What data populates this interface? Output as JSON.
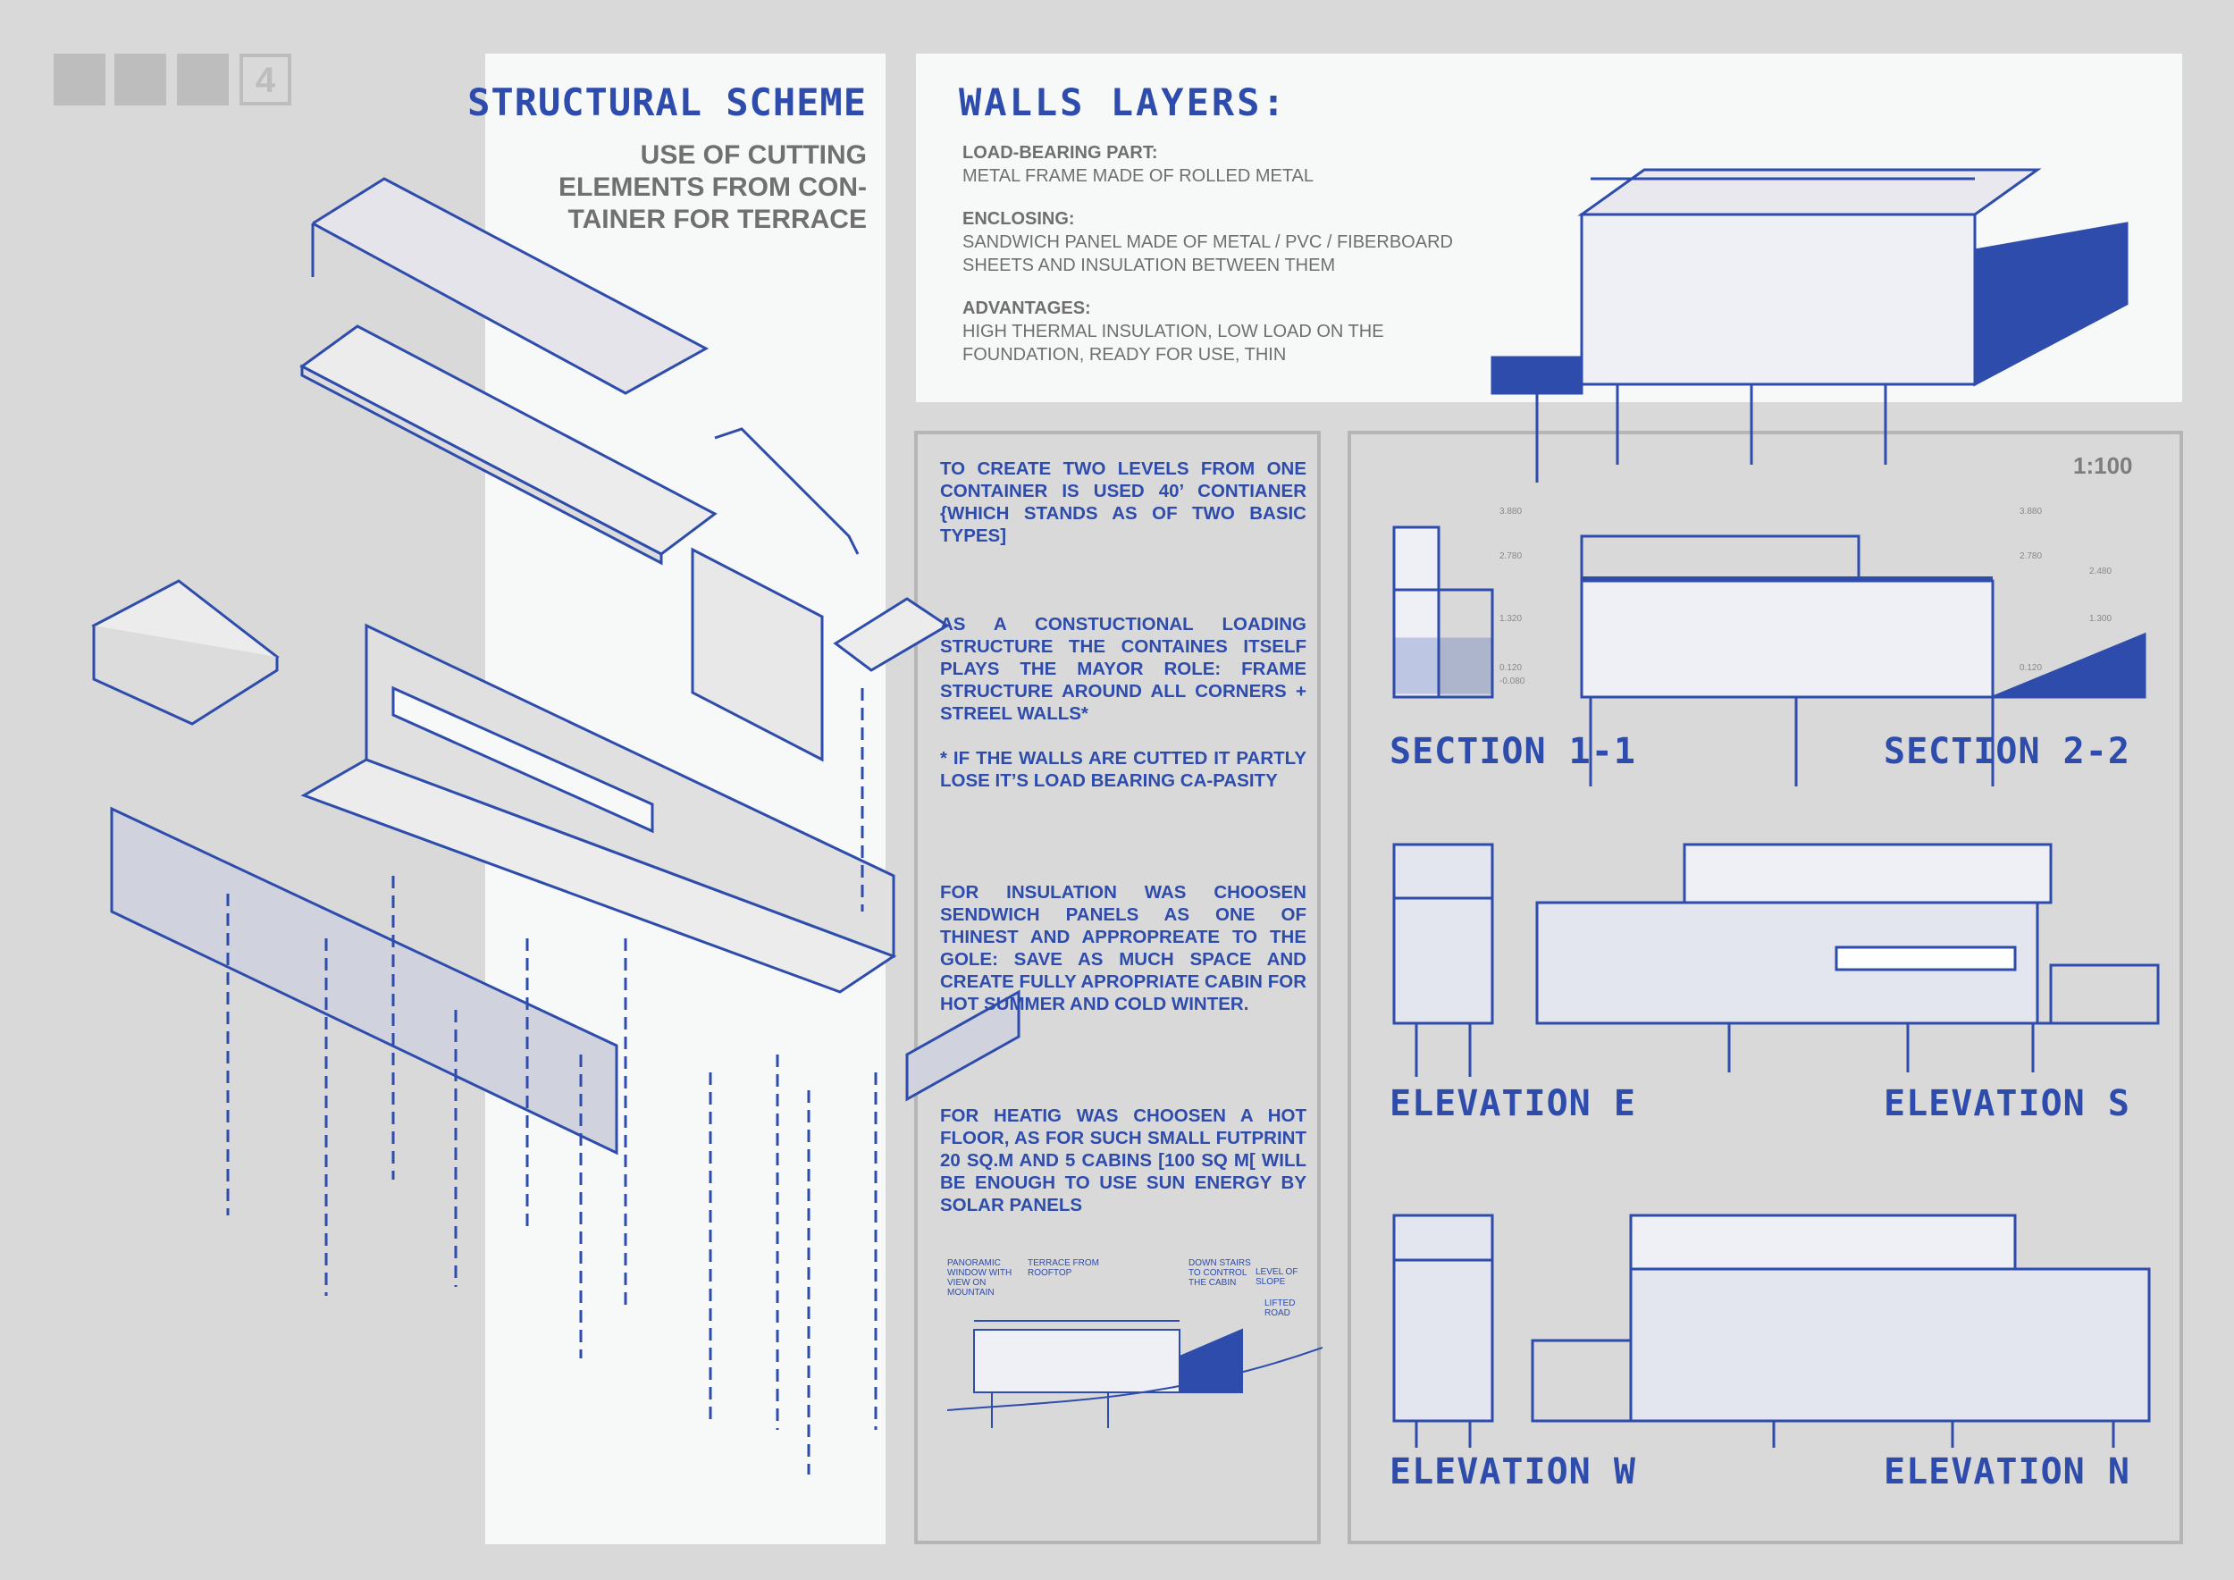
{
  "page": {
    "number": "4"
  },
  "structural": {
    "title": "STRUCTURAL SCHEME",
    "subtitle_lines": [
      "USE OF CUTTING",
      "ELEMENTS FROM CON-",
      "TAINER FOR TERRACE"
    ]
  },
  "walls": {
    "title": "WALLS LAYERS:",
    "layers": [
      {
        "heading": "LOAD-BEARING PART:",
        "lines": [
          "METAL FRAME MADE OF ROLLED METAL"
        ]
      },
      {
        "heading": "ENCLOSING:",
        "lines": [
          "SANDWICH PANEL MADE OF METAL / PVC / FIBERBOARD",
          "SHEETS AND INSULATION BETWEEN THEM"
        ]
      },
      {
        "heading": "ADVANTAGES:",
        "lines": [
          "HIGH THERMAL INSULATION, LOW LOAD ON THE",
          "FOUNDATION, READY FOR USE, THIN"
        ]
      }
    ]
  },
  "description": {
    "p1": "TO CREATE TWO LEVELS FROM ONE CONTAINER IS USED 40’ CONTIANER {WHICH STANDS AS OF TWO BASIC TYPES]",
    "p2": "AS A CONSTUCTIONAL LOADING STRUCTURE THE CONTAINES ITSELF PLAYS THE MAYOR ROLE: FRAME STRUCTURE AROUND ALL CORNERS + STREEL WALLS*",
    "p3": "* IF THE WALLS ARE CUTTED IT PARTLY LOSE IT’S LOAD BEARING CA-PASITY",
    "p4": "FOR INSULATION WAS CHOOSEN SENDWICH PANELS AS ONE OF THINEST AND APPROPREATE TO THE GOLE: SAVE AS MUCH SPACE AND CREATE FULLY APROPRIATE CABIN FOR HOT SUMMER AND COLD WINTER.",
    "p5": "FOR HEATIG WAS CHOOSEN A HOT FLOOR, AS FOR SUCH SMALL FUTPRINT 20 SQ.M AND 5 CABINS [100 SQ M[ WILL BE ENOUGH TO USE SUN ENERGY BY SOLAR PANELS"
  },
  "drawings": {
    "scale": "1:100",
    "labels": {
      "section_1": "SECTION 1-1",
      "section_2": "SECTION 2-2",
      "elevation_e": "ELEVATION E",
      "elevation_s": "ELEVATION S",
      "elevation_w": "ELEVATION W",
      "elevation_n": "ELEVATION N"
    },
    "levels_section_1": [
      "3.880",
      "2.780",
      "1.320",
      "0.120",
      "-0.080"
    ],
    "levels_section_2": [
      "3.880",
      "2.780",
      "2.480",
      "1.300",
      "0.120"
    ]
  },
  "sketch_notes": [
    "PANORAMIC WINDOW WITH VIEW ON MOUNTAIN",
    "TERRACE FROM ROOFTOP",
    "DOWN STAIRS TO CONTROL THE CABIN",
    "LEVEL OF SLOPE",
    "LIFTED ROAD"
  ],
  "colors": {
    "accent": "#2e4cab",
    "background": "#d9d9d9",
    "panel": "#f7f8f8",
    "muted_text": "#6f6f6f"
  }
}
